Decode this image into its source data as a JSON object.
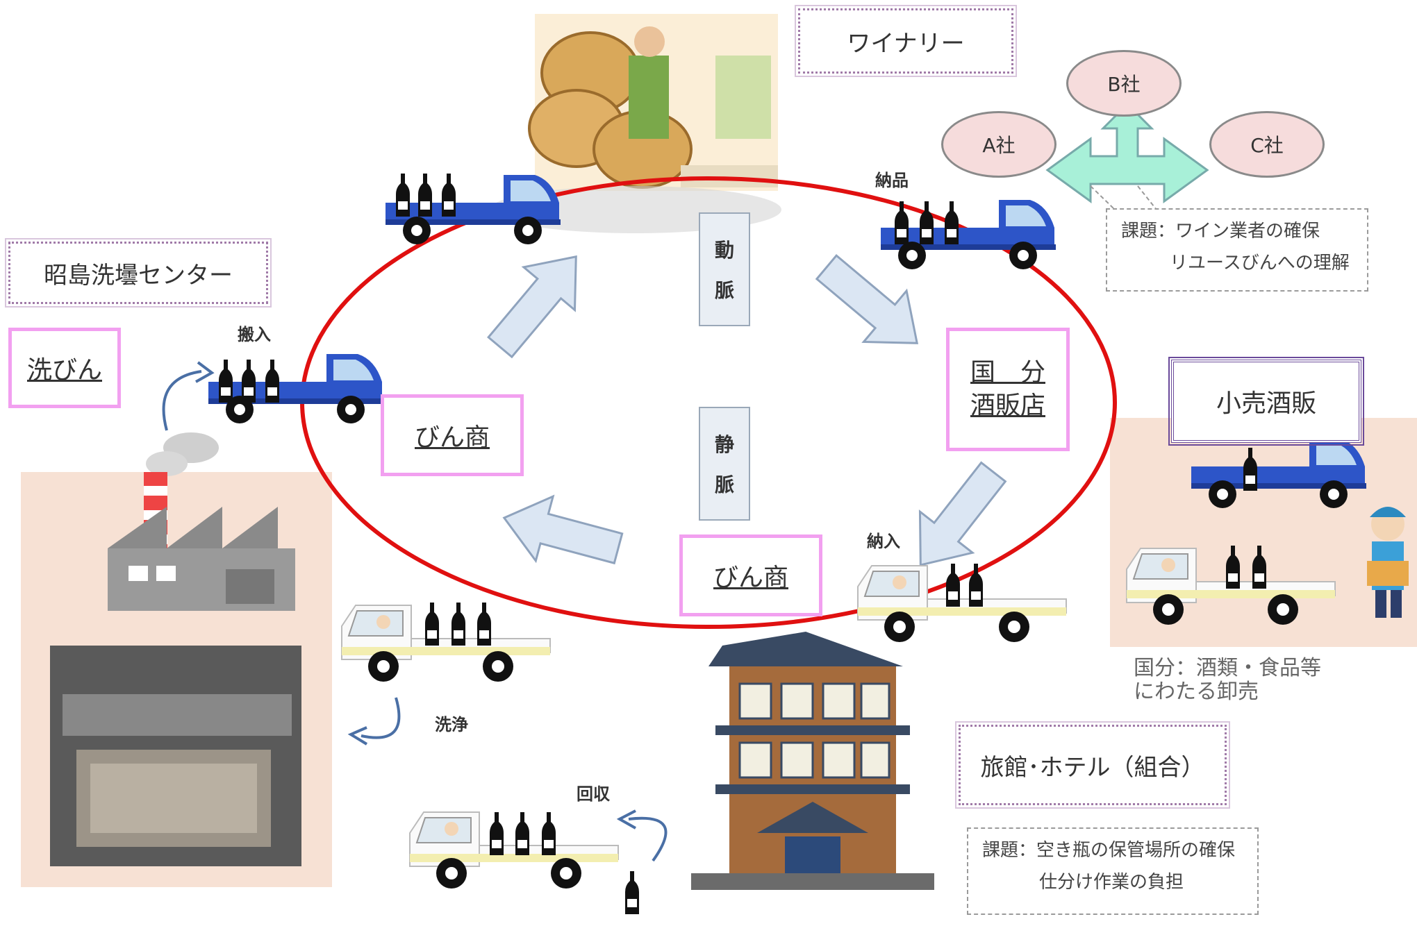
{
  "labels": {
    "winery": "ワイナリー",
    "akishima_center": "昭島洗壜センター",
    "senbin": "洗びん",
    "binsho_left": "びん商",
    "binsho_bottom": "びん商",
    "kokubun_line1": "国　分",
    "kokubun_line2": "酒販店",
    "kouri": "小売酒販",
    "ryokan": "旅館･ホテル（組合）",
    "doumyaku_1": "動",
    "doumyaku_2": "脈",
    "joumyaku_1": "静",
    "joumyaku_2": "脈",
    "nouhin": "納品",
    "hannyu": "搬入",
    "nounyu": "納入",
    "senjou": "洗浄",
    "kaishu": "回収",
    "company_a": "A社",
    "company_b": "B社",
    "company_c": "C社",
    "issue1_line1": "課題：ワイン業者の確保",
    "issue1_line2": "リユースびんへの理解",
    "issue2_line1": "課題：空き瓶の保管場所の確保",
    "issue2_line2": "仕分け作業の負担",
    "kokubun_note_line1": "国分：酒類・食品等",
    "kokubun_note_line2": "にわたる卸売"
  },
  "colors": {
    "loop": "#e01010",
    "truck_blue": "#2d55c8",
    "arrow_fill": "#dbe6f3",
    "arrow_stroke": "#8fa3bd",
    "company_arrow": "#a8f0d8",
    "pink_border": "#f2a0f0"
  }
}
